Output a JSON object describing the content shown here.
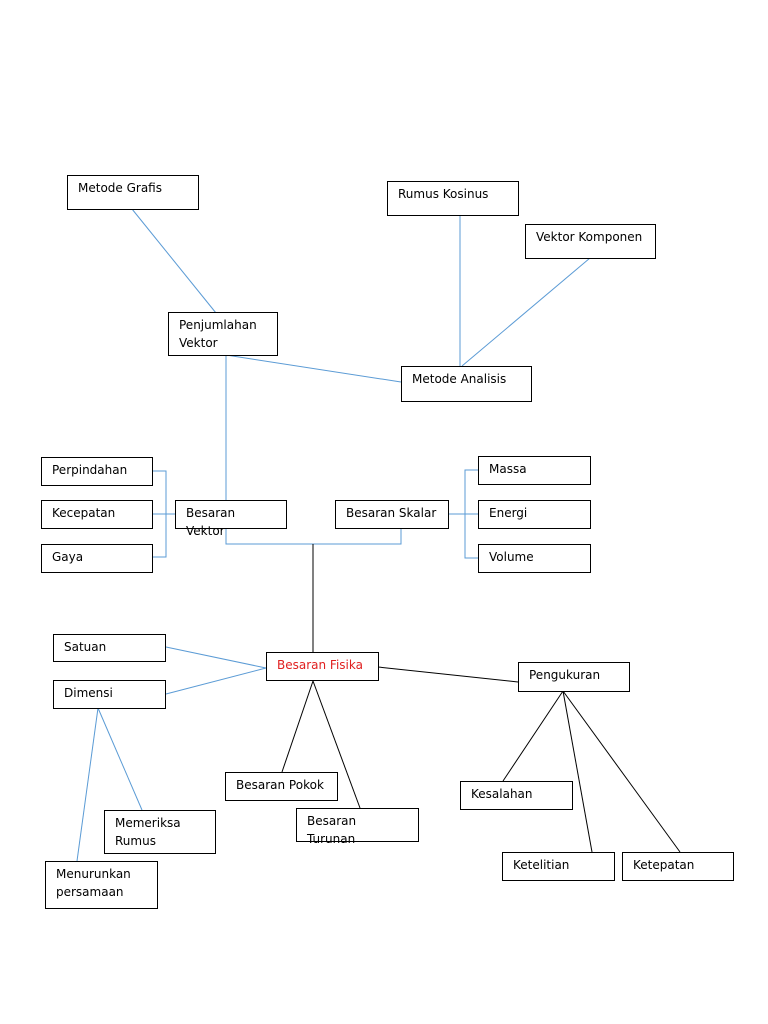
{
  "nodes": {
    "metode_grafis": "Metode Grafis",
    "rumus_kosinus": "Rumus Kosinus",
    "vektor_komponen": "Vektor Komponen",
    "penjumlahan_vektor": "Penjumlahan Vektor",
    "metode_analisis": "Metode Analisis",
    "perpindahan": "Perpindahan",
    "kecepatan": "Kecepatan",
    "gaya": "Gaya",
    "besaran_vektor": "Besaran Vektor",
    "besaran_skalar": "Besaran Skalar",
    "massa": "Massa",
    "energi": "Energi",
    "volume": "Volume",
    "satuan": "Satuan",
    "dimensi": "Dimensi",
    "besaran_fisika": "Besaran Fisika",
    "pengukuran": "Pengukuran",
    "besaran_pokok": "Besaran Pokok",
    "besaran_turunan": "Besaran Turunan",
    "kesalahan": "Kesalahan",
    "memeriksa_rumus": "Memeriksa Rumus",
    "ketelitian": "Ketelitian",
    "ketepatan": "Ketepatan",
    "menurunkan_persamaan": "Menurunkan persamaan"
  },
  "colors": {
    "connector_upper": "#5b9bd5",
    "connector_lower": "#000000",
    "center_text": "#e02020"
  }
}
